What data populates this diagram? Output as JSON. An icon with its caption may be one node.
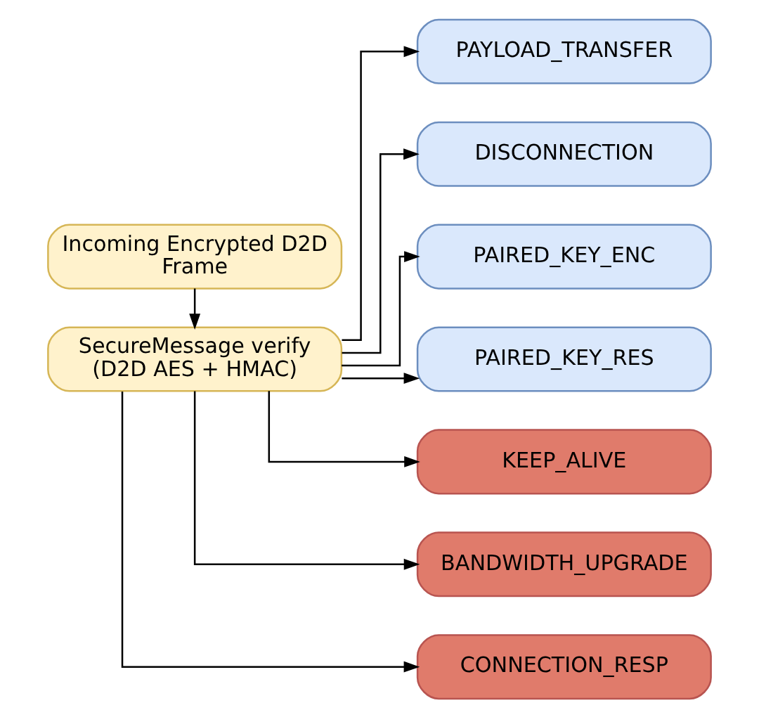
{
  "diagram": {
    "nodes": [
      {
        "text": [
          "Incoming Encrypted D2D Frame"
        ]
      },
      {
        "text": [
          "SecureMessage verify (D2D AES + HMAC)"
        ]
      },
      {
        "text": [
          "PAYLOAD_TRANSFER"
        ]
      },
      {
        "text": [
          "DISCONNECTION"
        ]
      },
      {
        "text": [
          "PAIRED_KEY_ENC"
        ]
      },
      {
        "text": [
          "PAIRED_KEY_RES"
        ]
      },
      {
        "text": [
          "KEEP_ALIVE"
        ]
      },
      {
        "text": [
          "BANDWIDTH_UPGRADE"
        ]
      },
      {
        "text": [
          "CONNECTION_RESP"
        ]
      }
    ],
    "edges": [
      {
        "from": 0,
        "to": 1,
        "arrow": "to"
      },
      {
        "from": 1,
        "to": 2,
        "arrow": "to"
      },
      {
        "from": 1,
        "to": 3,
        "arrow": "to"
      },
      {
        "from": 1,
        "to": 4,
        "arrow": "to"
      },
      {
        "from": 1,
        "to": 5,
        "arrow": "to"
      },
      {
        "from": 1,
        "to": 6,
        "arrow": "to"
      },
      {
        "from": 1,
        "to": 7,
        "arrow": "to"
      },
      {
        "from": 1,
        "to": 8,
        "arrow": "to"
      }
    ]
  }
}
